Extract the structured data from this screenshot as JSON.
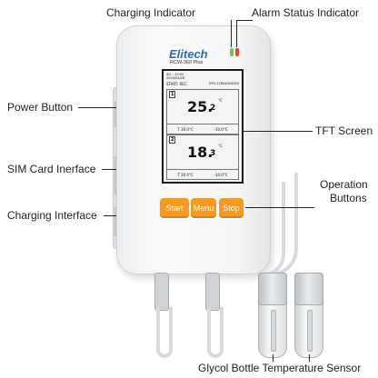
{
  "labels": {
    "charging_indicator": "Charging Indicator",
    "alarm_status_indicator": "Alarm Status Indicator",
    "power_button": "Power Button",
    "tft_screen": "TFT Screen",
    "sim_card_interface": "SIM Card Inerface",
    "operation_buttons_line1": "Operation",
    "operation_buttons_line2": "Buttons",
    "charging_interface": "Charging Interface",
    "glycol_sensor": "Glycol Bottle Temperature Sensor"
  },
  "device": {
    "brand": "Elitech",
    "model": "RCW-360 Plus",
    "led_colors": {
      "charging": "#7cc243",
      "alarm": "#e64530"
    }
  },
  "screen": {
    "status_line1": "4G  ⌁  10:52",
    "status_line2": "2024/04/26",
    "start_rec": "START: REC",
    "serial": "EFFL1780X000000",
    "channels": [
      {
        "number": "1",
        "temp_int": "25.",
        "temp_dec": "2",
        "unit": "°C",
        "high": "T  30.0°C",
        "low": "-10.0°C"
      },
      {
        "number": "2",
        "temp_int": "18.",
        "temp_dec": "3",
        "unit": "°C",
        "high": "T  30.0°C",
        "low": "-10.0°C"
      }
    ]
  },
  "buttons": {
    "start": "Start",
    "menu": "Menu",
    "stop": "Stop"
  },
  "colors": {
    "accent": "#f59a22",
    "brand": "#1f6fb5"
  }
}
